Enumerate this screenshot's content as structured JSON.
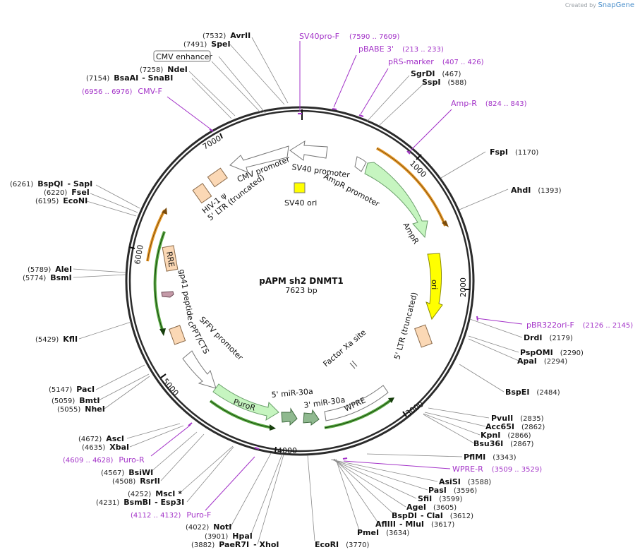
{
  "credit": {
    "prefix": "Created by",
    "brand": "SnapGene"
  },
  "plasmid": {
    "name": "pAPM sh2 DNMT1",
    "size_label": "7623 bp",
    "length": 7623
  },
  "ticks": [
    {
      "pos": 1000,
      "label": "1000"
    },
    {
      "pos": 2000,
      "label": "2000"
    },
    {
      "pos": 3000,
      "label": "3000"
    },
    {
      "pos": 4000,
      "label": "4000"
    },
    {
      "pos": 5000,
      "label": "5000"
    },
    {
      "pos": 6000,
      "label": "6000"
    },
    {
      "pos": 7000,
      "label": "7000"
    }
  ],
  "sites": [
    {
      "name": "AvrII",
      "pos": "(7532)"
    },
    {
      "name": "SpeI",
      "pos": "(7491)"
    },
    {
      "name": "NdeI",
      "pos": "(7258)"
    },
    {
      "name": "BsaAI",
      "name2": "- SnaBI",
      "pos": "(7154)"
    },
    {
      "name": "SgrDI",
      "pos": "(467)"
    },
    {
      "name": "SspI",
      "pos": "(588)"
    },
    {
      "name": "FspI",
      "pos": "(1170)"
    },
    {
      "name": "AhdI",
      "pos": "(1393)"
    },
    {
      "name": "BspQI",
      "name2": "- SapI",
      "pos": "(6261)"
    },
    {
      "name": "FseI",
      "pos": "(6220)"
    },
    {
      "name": "EcoNI",
      "pos": "(6195)"
    },
    {
      "name": "AleI",
      "pos": "(5789)"
    },
    {
      "name": "BsmI",
      "pos": "(5774)"
    },
    {
      "name": "KflI",
      "pos": "(5429)"
    },
    {
      "name": "DrdI",
      "pos": "(2179)"
    },
    {
      "name": "PspOMI",
      "pos": "(2290)"
    },
    {
      "name": "ApaI",
      "pos": "(2294)"
    },
    {
      "name": "BspEI",
      "pos": "(2484)"
    },
    {
      "name": "PacI",
      "pos": "(5147)"
    },
    {
      "name": "BmtI",
      "pos": "(5059)"
    },
    {
      "name": "NheI",
      "pos": "(5055)"
    },
    {
      "name": "PvuII",
      "pos": "(2835)"
    },
    {
      "name": "Acc65I",
      "pos": "(2862)"
    },
    {
      "name": "KpnI",
      "pos": "(2866)"
    },
    {
      "name": "Bsu36I",
      "pos": "(2867)"
    },
    {
      "name": "PflMI",
      "pos": "(3343)"
    },
    {
      "name": "AscI",
      "pos": "(4672)"
    },
    {
      "name": "XbaI",
      "pos": "(4635)"
    },
    {
      "name": "BsiWI",
      "pos": "(4567)"
    },
    {
      "name": "RsrII",
      "pos": "(4508)"
    },
    {
      "name": "MscI *",
      "pos": "(4252)"
    },
    {
      "name": "BsmBI",
      "name2": "- Esp3I",
      "pos": "(4231)"
    },
    {
      "name": "NotI",
      "pos": "(4022)"
    },
    {
      "name": "HpaI",
      "pos": "(3901)"
    },
    {
      "name": "PaeR7I",
      "name2": "- XhoI",
      "pos": "(3882)"
    },
    {
      "name": "EcoRI",
      "pos": "(3770)"
    },
    {
      "name": "AsiSI",
      "pos": "(3588)"
    },
    {
      "name": "PasI",
      "pos": "(3596)"
    },
    {
      "name": "SfiI",
      "pos": "(3599)"
    },
    {
      "name": "AgeI",
      "pos": "(3605)"
    },
    {
      "name": "BspDI",
      "name2": "- ClaI",
      "pos": "(3612)"
    },
    {
      "name": "AflIII",
      "name2": "- MluI",
      "pos": "(3617)"
    },
    {
      "name": "PmeI",
      "pos": "(3634)"
    }
  ],
  "primers": [
    {
      "name": "SV40pro-F",
      "range": "(7590 .. 7609)"
    },
    {
      "name": "pBABE 3'",
      "range": "(213 .. 233)"
    },
    {
      "name": "pRS-marker",
      "range": "(407 .. 426)"
    },
    {
      "name": "Amp-R",
      "range": "(824 .. 843)"
    },
    {
      "name": "CMV-F",
      "range": "(6956 .. 6976)"
    },
    {
      "name": "pBR322ori-F",
      "range": "(2126 .. 2145)"
    },
    {
      "name": "WPRE-R",
      "range": "(3509 .. 3529)"
    },
    {
      "name": "Puro-R",
      "range": "(4609 .. 4628)"
    },
    {
      "name": "Puro-F",
      "range": "(4112 .. 4132)"
    }
  ],
  "features": {
    "cmv_enhancer": "CMV enhancer",
    "cmv_promoter": "CMV promoter",
    "sv40_promoter": "SV40 promoter",
    "ampr_promoter": "AmpR promoter",
    "ampr": "AmpR",
    "ori": "ori",
    "sv40_ori": "SV40 ori",
    "ltr_3prime": "5' LTR (truncated)",
    "ltr_5prime": "5' LTR (truncated)",
    "hiv_psi": "HIV-1 ψ",
    "rre": "RRE",
    "gp41": "gp41 peptide",
    "cppt": "cPPT/CTS",
    "sffv": "SFFV promoter",
    "puror": "PuroR",
    "mir_5": "5' miR-30a",
    "mir_3": "3' miR-30a",
    "wpre": "WPRE",
    "factor_xa": "Factor Xa site"
  },
  "colors": {
    "backbone": "#2b2b2b",
    "primer": "#a333c8",
    "promoter_fill": "#ffffff",
    "ampr_fill": "#c6f5c0",
    "ori_fill": "#ffff00",
    "ltr_fill": "#fbd8b5",
    "mir_fill": "#8fb98f",
    "orange_arc": "#e89b2c",
    "green_arc": "#3a9b1f",
    "gp41_fill": "#c49aa8"
  }
}
